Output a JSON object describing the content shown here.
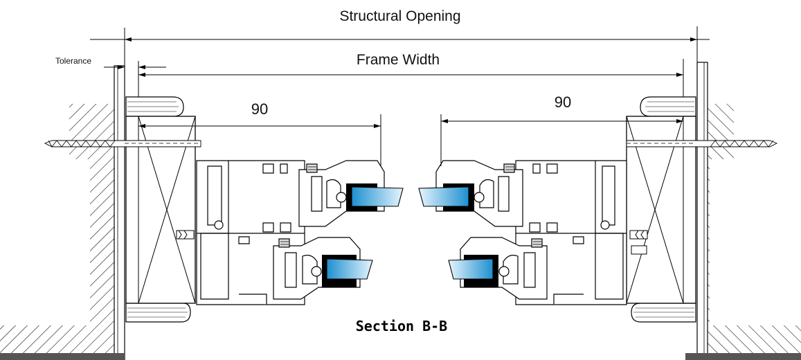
{
  "labels": {
    "structural_opening": "Structural Opening",
    "frame_width": "Frame Width",
    "tolerance": "Tolerance",
    "dim_left": "90",
    "dim_right": "90",
    "section_title": "Section B-B"
  },
  "colors": {
    "line": "#000000",
    "glass_light": "#dff1fb",
    "glass_dark": "#1e8fcf",
    "gasket": "#000000",
    "wall_hatch": "#000000"
  }
}
